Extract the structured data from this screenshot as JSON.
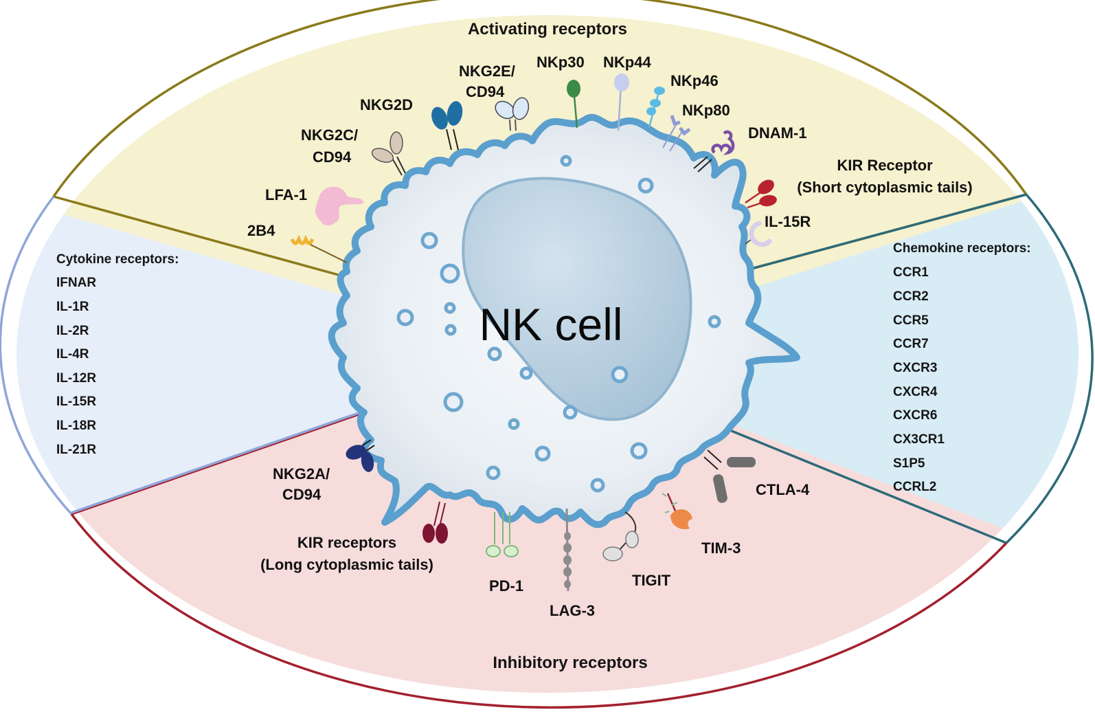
{
  "figure": {
    "cell_label": "NK cell",
    "colors": {
      "activating_fill": "#f6f1cf",
      "activating_border": "#8a7a1a",
      "cytokine_fill": "#e6eef9",
      "cytokine_border": "#8fa6d8",
      "chemokine_fill": "#d8ecf5",
      "chemokine_border": "#2e6b78",
      "inhibitory_fill": "#f7dcdc",
      "inhibitory_border": "#a3202e",
      "membrane": "#5a9fcd",
      "cytoplasm": "#eef3f7",
      "nucleus": "#bfd5e5"
    }
  },
  "sections": {
    "activating": {
      "title": "Activating receptors",
      "receptors": [
        {
          "id": "2b4",
          "label": "2B4",
          "color": "#f0b230"
        },
        {
          "id": "lfa1",
          "label": "LFA-1",
          "color": "#f3b8d4"
        },
        {
          "id": "nkg2c",
          "label_lines": [
            "NKG2C/",
            "CD94"
          ],
          "color": "#d9c7b8"
        },
        {
          "id": "nkg2d",
          "label": "NKG2D",
          "color": "#1f6fa3"
        },
        {
          "id": "nkg2e",
          "label_lines": [
            "NKG2E/",
            "CD94"
          ],
          "color": "#dbe8f5"
        },
        {
          "id": "nkp30",
          "label": "NKp30",
          "color": "#3c8a48"
        },
        {
          "id": "nkp44",
          "label": "NKp44",
          "color": "#c6cdee"
        },
        {
          "id": "nkp46",
          "label": "NKp46",
          "color": "#5bbbe5"
        },
        {
          "id": "nkp80",
          "label": "NKp80",
          "color": "#8f9ad6"
        },
        {
          "id": "dnam1",
          "label": "DNAM-1",
          "color": "#7b4ea8"
        },
        {
          "id": "kir_short",
          "label_lines": [
            "KIR Receptor",
            "(Short cytoplasmic tails)"
          ],
          "color": "#b8232d"
        },
        {
          "id": "il15r",
          "label": "IL-15R",
          "color": "#d6d0ea"
        }
      ]
    },
    "cytokine": {
      "title": "Cytokine receptors:",
      "items": [
        "IFNAR",
        "IL-1R",
        "IL-2R",
        "IL-4R",
        "IL-12R",
        "IL-15R",
        "IL-18R",
        "IL-21R"
      ]
    },
    "chemokine": {
      "title": "Chemokine receptors:",
      "items": [
        "CCR1",
        "CCR2",
        "CCR5",
        "CCR7",
        "CXCR3",
        "CXCR4",
        "CXCR6",
        "CX3CR1",
        "S1P5",
        "CCRL2"
      ]
    },
    "inhibitory": {
      "title": "Inhibitory receptors",
      "receptors": [
        {
          "id": "nkg2a",
          "label_lines": [
            "NKG2A/",
            "CD94"
          ],
          "color": "#24347a"
        },
        {
          "id": "kir_long",
          "label_lines": [
            "KIR receptors",
            "(Long cytoplasmic tails)"
          ],
          "color": "#7d1430"
        },
        {
          "id": "pd1",
          "label": "PD-1",
          "color": "#d9f0d0"
        },
        {
          "id": "lag3",
          "label": "LAG-3",
          "color": "#8c8c8c"
        },
        {
          "id": "tigit",
          "label": "TIGIT",
          "color": "#e0e0e0"
        },
        {
          "id": "tim3",
          "label": "TIM-3",
          "color": "#ee8a48"
        },
        {
          "id": "ctla4",
          "label": "CTLA-4",
          "color": "#6e6e6e"
        }
      ]
    }
  }
}
